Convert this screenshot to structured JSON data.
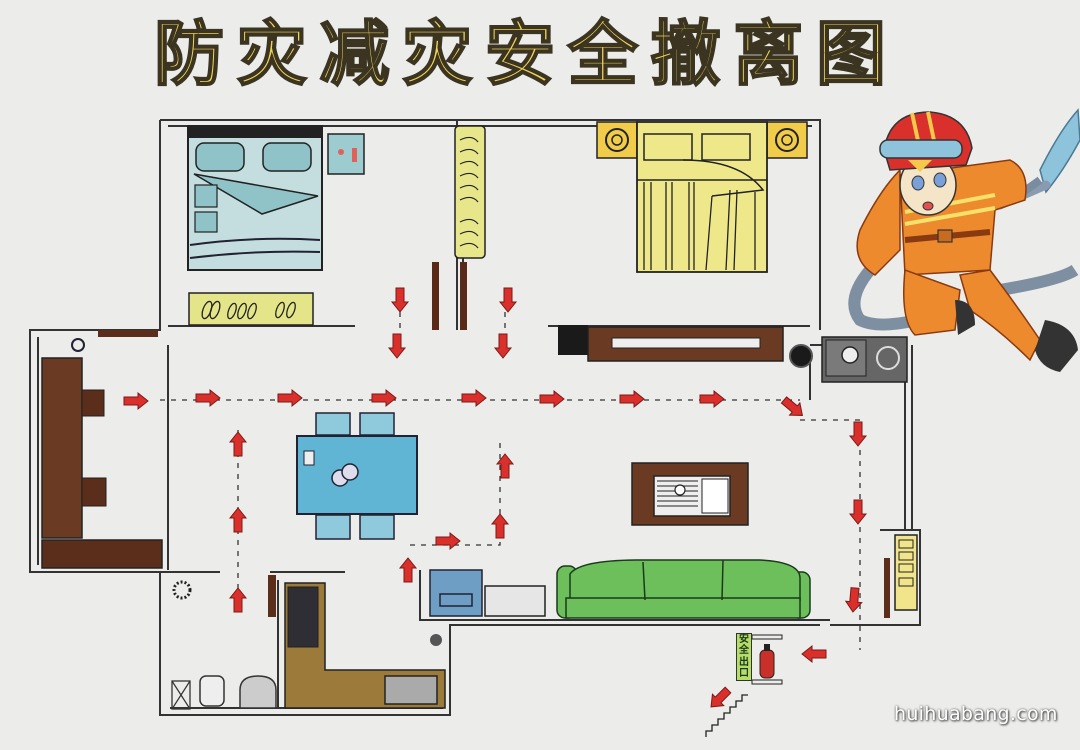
{
  "poster": {
    "title_chars": [
      "防",
      "灾",
      "减",
      "灾",
      "安",
      "全",
      "撤",
      "离",
      "图"
    ],
    "title": "防灾减灾安全撤离图",
    "exit_sign_chars": [
      "安",
      "全",
      "出",
      "口"
    ],
    "exit_sign": "安全出口",
    "watermark": "huihuabang.com"
  },
  "rooms": [
    {
      "name": "bedroom-left",
      "furniture": [
        "double-bed",
        "nightstand",
        "shoe-cabinet"
      ]
    },
    {
      "name": "master-bedroom",
      "furniture": [
        "double-bed",
        "bedside-lamps",
        "wardrobe"
      ]
    },
    {
      "name": "study",
      "furniture": [
        "desk",
        "chairs",
        "bookshelf"
      ]
    },
    {
      "name": "dining-room",
      "furniture": [
        "dining-table",
        "chairs"
      ]
    },
    {
      "name": "living-room",
      "furniture": [
        "sofa",
        "tv-cabinet",
        "coffee-table"
      ]
    },
    {
      "name": "kitchen",
      "furniture": [
        "stove",
        "sink"
      ]
    },
    {
      "name": "bathroom",
      "furniture": [
        "toilet",
        "washbasin"
      ]
    }
  ],
  "illustration": {
    "character": "firefighter",
    "equipment": [
      "helmet",
      "goggles",
      "fire-hose"
    ]
  },
  "colors": {
    "title_fill": "#f2d35a",
    "arrow": "#d9302c",
    "sofa": "#6cbf5a",
    "dining_table": "#5fb5d3",
    "bed_left": "#a8cfd2",
    "bed_right": "#efe88a",
    "wood": "#6b3a22",
    "firefighter_suit": "#ee8a2e",
    "helmet": "#d9302c"
  }
}
